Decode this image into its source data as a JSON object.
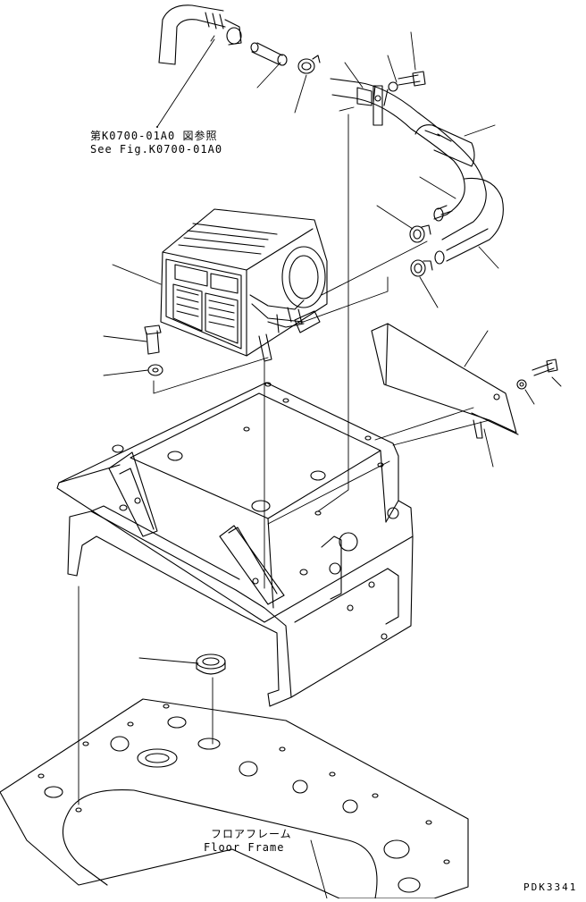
{
  "diagram": {
    "callout_ref_jp": "第K0700-01A0 図参照",
    "callout_ref_en": "See Fig.K0700-01A0",
    "floor_frame_jp": "フロアフレーム",
    "floor_frame_en": "Floor Frame",
    "drawing_code": "PDK3341"
  }
}
